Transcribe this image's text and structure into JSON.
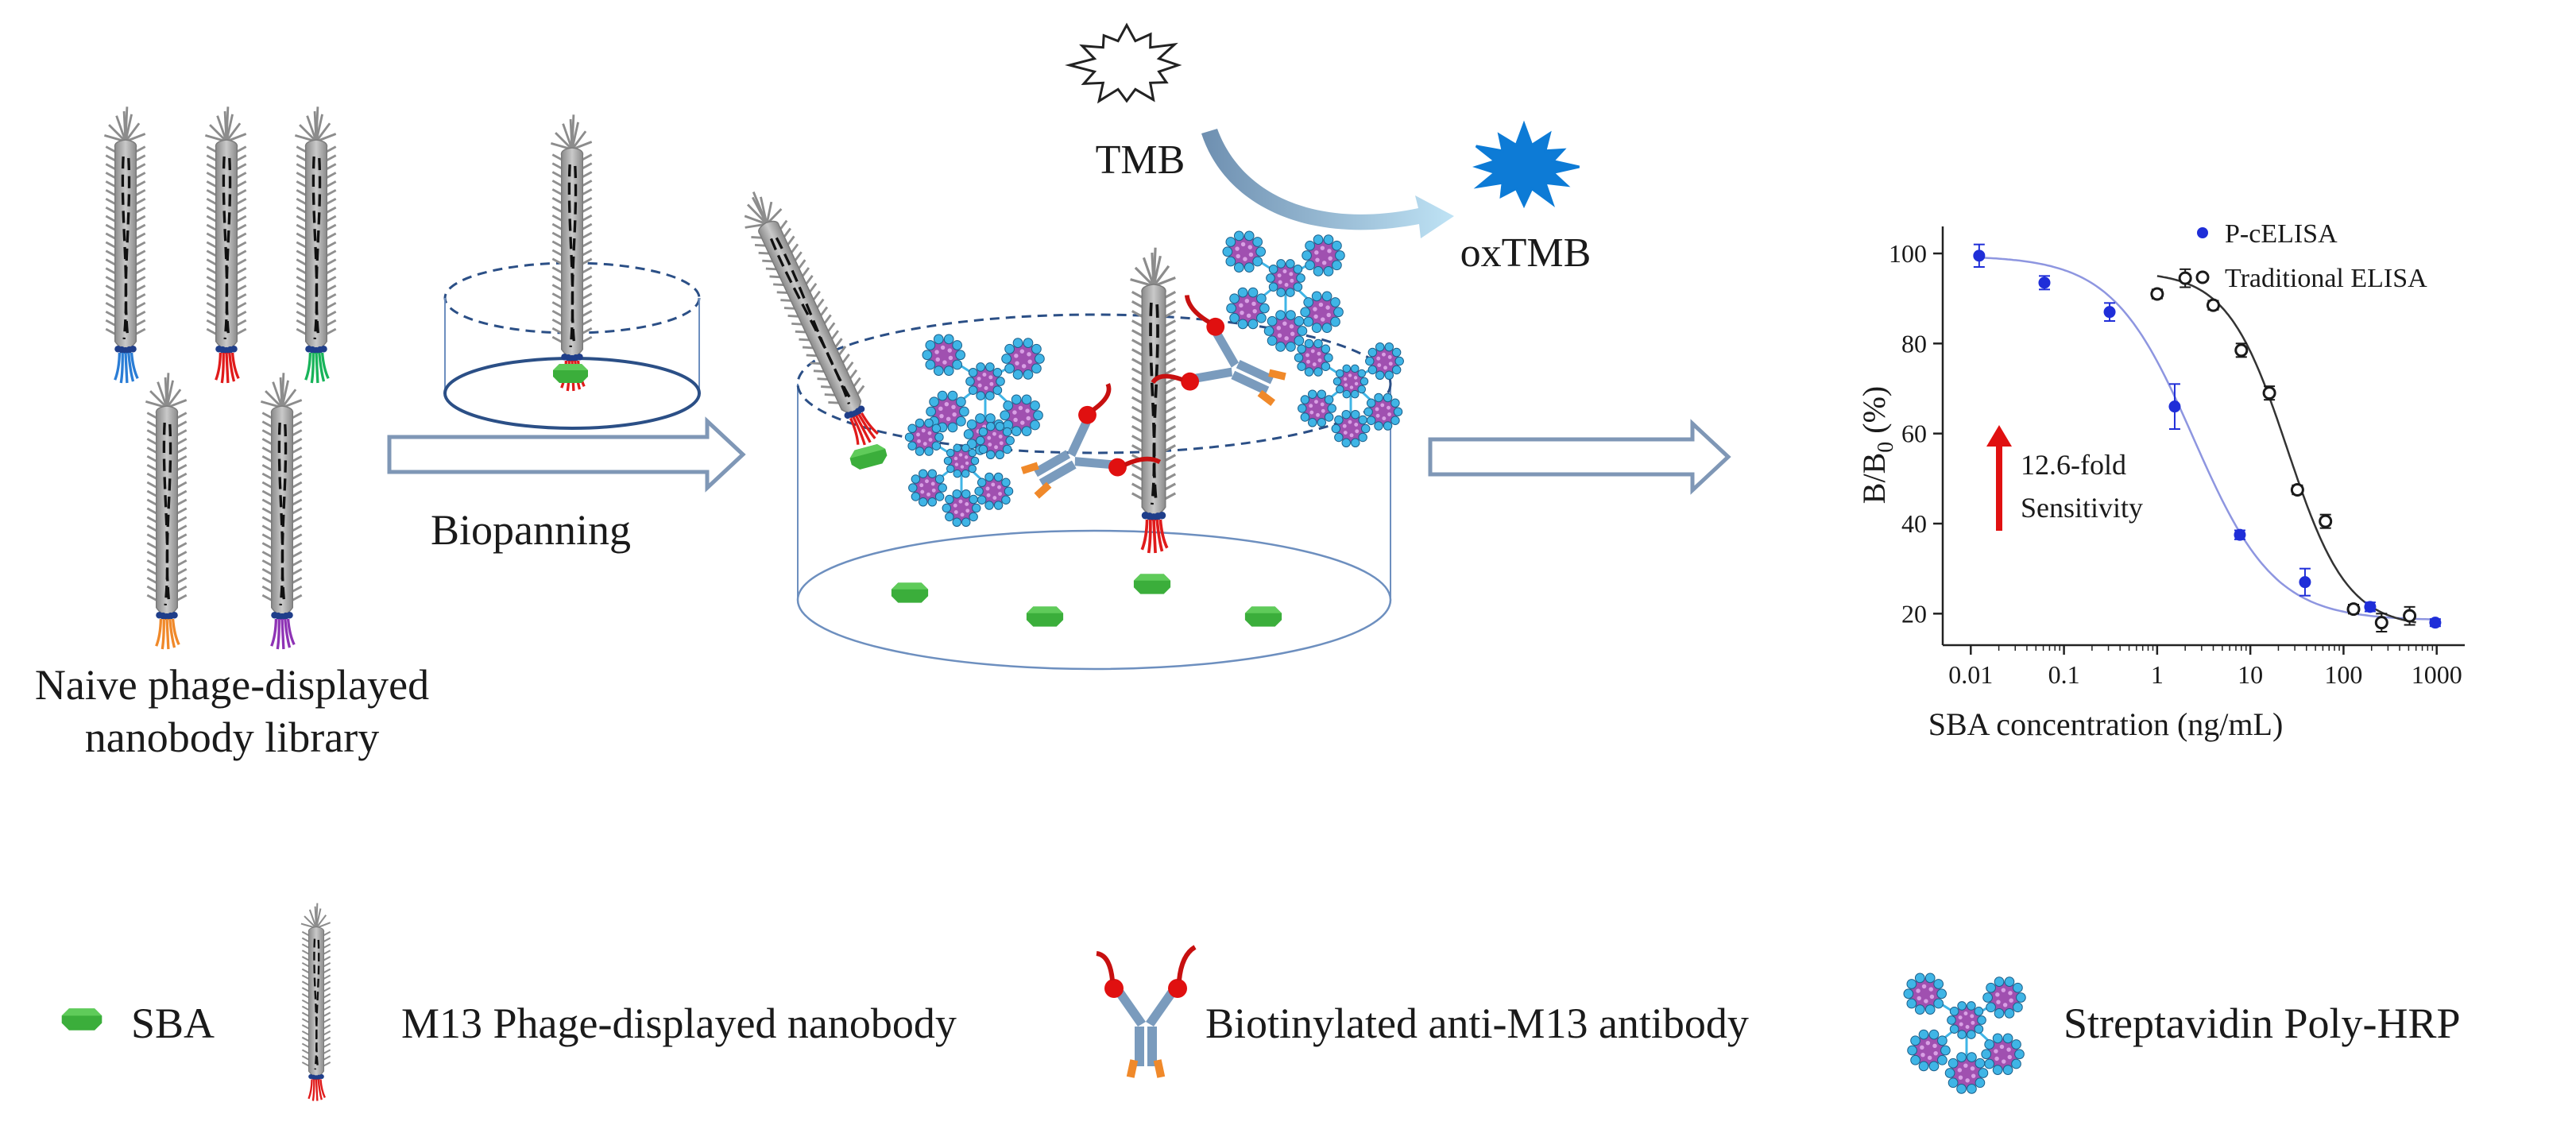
{
  "library": {
    "label_line1": "Naive phage-displayed",
    "label_line2": "nanobody library"
  },
  "arrows": {
    "biopanning_label": "Biopanning"
  },
  "reaction": {
    "substrate": "TMB",
    "product": "oxTMB"
  },
  "legend": {
    "items": [
      {
        "label": "SBA",
        "icon": "sba-icon"
      },
      {
        "label": "M13 Phage-displayed nanobody",
        "icon": "phage-icon"
      },
      {
        "label": "Biotinylated anti-M13 antibody",
        "icon": "antibody-icon"
      },
      {
        "label": "Streptavidin Poly-HRP",
        "icon": "poly-hrp-icon"
      }
    ]
  },
  "colors": {
    "sba_green": "#3bae3b",
    "phage_gray": "#a9a9a9",
    "tail_red": "#e01b1b",
    "antibody_blue": "#7a9bbd",
    "antibody_orange": "#f0892a",
    "biotin_red": "#e01010",
    "hrp_purple": "#a050b0",
    "hrp_cyan": "#3fb5e6",
    "arrow_outline": "#7f97b6",
    "pcelisa_blue": "#1f2ed8",
    "oxtmb_blue": "#0d7bd6"
  },
  "chart_data": {
    "type": "scatter",
    "xlabel": "SBA concentration (ng/mL)",
    "ylabel": "B/B",
    "ylabel_sub": "0",
    "ylabel_unit": " (%)",
    "x_scale": "log",
    "xlim": [
      0.005,
      2000
    ],
    "ylim": [
      13,
      106
    ],
    "xticks": [
      0.01,
      0.1,
      1,
      10,
      100,
      1000
    ],
    "xtick_labels": [
      "0.01",
      "0.1",
      "1",
      "10",
      "100",
      "1000"
    ],
    "yticks": [
      20,
      40,
      60,
      80,
      100
    ],
    "ytick_labels": [
      "20",
      "40",
      "60",
      "80",
      "100"
    ],
    "legend_position": "top-right",
    "annotation": {
      "line1": "12.6-fold",
      "line2": "Sensitivity"
    },
    "series": [
      {
        "name": "P-cELISA",
        "marker": "filled-circle",
        "color": "#1f2ed8",
        "curve_color": "#8e96e0",
        "x": [
          0.0123,
          0.0617,
          0.309,
          1.543,
          7.72,
          38.6,
          193,
          965
        ],
        "y": [
          99.5,
          93.5,
          87.0,
          66.0,
          37.5,
          27.0,
          21.5,
          18.0
        ],
        "err": [
          2.5,
          1.5,
          2.0,
          5.0,
          1.0,
          3.0,
          1.0,
          0.8
        ]
      },
      {
        "name": "Traditional ELISA",
        "marker": "open-circle",
        "color": "#1a1a1a",
        "curve_color": "#333333",
        "x": [
          1.0,
          2.0,
          4.0,
          8.0,
          16.0,
          32.0,
          64.0,
          128.0,
          256.0,
          512.0
        ],
        "y": [
          91.0,
          94.5,
          88.5,
          78.5,
          69.0,
          47.5,
          40.5,
          21.0,
          18.0,
          19.5
        ],
        "err": [
          1.0,
          2.0,
          1.0,
          1.5,
          1.5,
          1.0,
          1.5,
          1.0,
          2.0,
          2.0
        ]
      }
    ]
  }
}
